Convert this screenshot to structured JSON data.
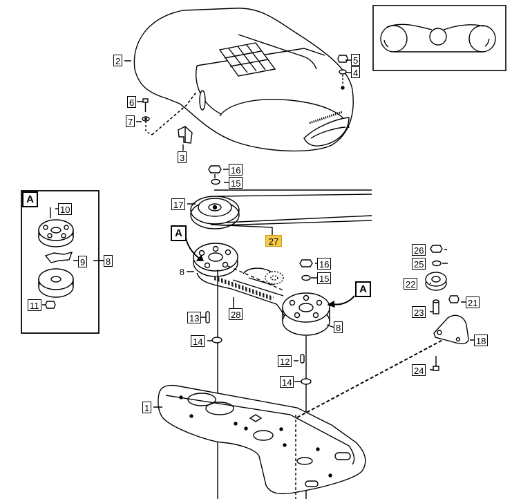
{
  "callouts": [
    "1",
    "2",
    "3",
    "4",
    "5",
    "6",
    "7",
    "8",
    "9",
    "10",
    "11",
    "12",
    "13",
    "14",
    "15",
    "16",
    "17",
    "18",
    "21",
    "22",
    "23",
    "24",
    "25",
    "26",
    "27",
    "28"
  ],
  "section_label": "A",
  "highlight_color": "#f5c94a"
}
